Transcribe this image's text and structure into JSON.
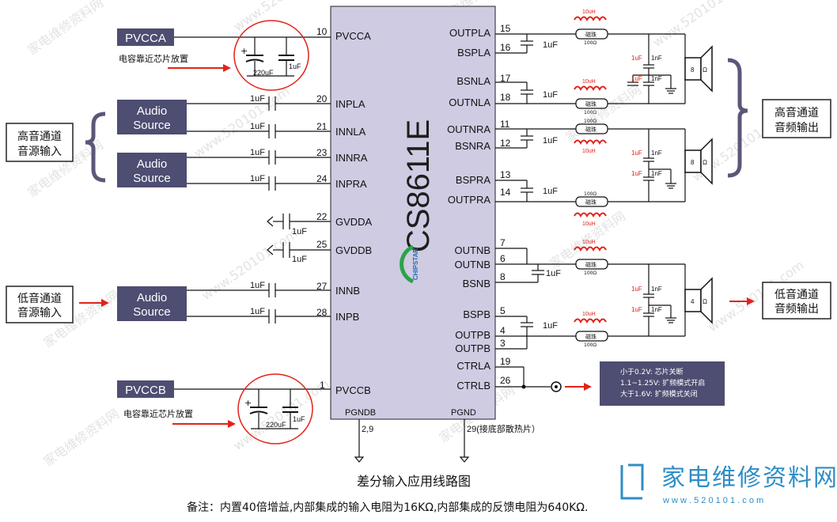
{
  "chip": {
    "name": "CS8611E",
    "brand": "CHIPSTAR",
    "left_pins": [
      {
        "num": "10",
        "label": "PVCCA"
      },
      {
        "num": "20",
        "label": "INPLA"
      },
      {
        "num": "21",
        "label": "INNLA"
      },
      {
        "num": "23",
        "label": "INNRA"
      },
      {
        "num": "24",
        "label": "INPRA"
      },
      {
        "num": "22",
        "label": "GVDDA"
      },
      {
        "num": "25",
        "label": "GVDDB"
      },
      {
        "num": "27",
        "label": "INNB"
      },
      {
        "num": "28",
        "label": "INPB"
      },
      {
        "num": "1",
        "label": "PVCCB"
      }
    ],
    "right_pins": [
      {
        "num": "15",
        "label": "OUTPLA"
      },
      {
        "num": "16",
        "label": "BSPLA"
      },
      {
        "num": "17",
        "label": "BSNLA"
      },
      {
        "num": "18",
        "label": "OUTNLA"
      },
      {
        "num": "11",
        "label": "OUTNRA"
      },
      {
        "num": "12",
        "label": "BSNRA"
      },
      {
        "num": "13",
        "label": "BSPRA"
      },
      {
        "num": "14",
        "label": "OUTPRA"
      },
      {
        "num": "7",
        "label": "OUTNB"
      },
      {
        "num": "6",
        "label": "OUTNB"
      },
      {
        "num": "8",
        "label": "BSNB"
      },
      {
        "num": "5",
        "label": "BSPB"
      },
      {
        "num": "4",
        "label": "OUTPB"
      },
      {
        "num": "3",
        "label": "OUTPB"
      },
      {
        "num": "19",
        "label": "CTRLA"
      },
      {
        "num": "26",
        "label": "CTRLB"
      }
    ],
    "bottom_pins": [
      {
        "label": "PGNDB",
        "num": "2,9"
      },
      {
        "label": "PGND",
        "num": "29(接底部散热片）"
      }
    ]
  },
  "inputs": {
    "pvcca": "PVCCA",
    "pvccb": "PVCCB",
    "cap_note": "电容靠近芯片放置",
    "bulk_cap": "220uF",
    "small_cap": "1uF",
    "audio_source": [
      "Audio",
      "Source"
    ],
    "high_in": [
      "高音通道",
      "音源输入"
    ],
    "low_in": [
      "低音通道",
      "音源输入"
    ],
    "coupling_cap": "1uF"
  },
  "outputs": {
    "boot_cap": "1uF",
    "inductor": "10uH",
    "bead": "磁珠",
    "bead_r": "100Ω",
    "filter_a": "1uF",
    "filter_b": "1nF",
    "speaker_high": "8",
    "speaker_low": "4",
    "omega": "Ω",
    "high_out": [
      "高音通道",
      "音频输出"
    ],
    "low_out": [
      "低音通道",
      "音频输出"
    ]
  },
  "ctrl_box": [
    "小于0.2V: 芯片关断",
    "1.1~1.25V: 扩频模式开启",
    "大于1.6V: 扩频模式关闭"
  ],
  "caption": "差分输入应用线路图",
  "note": "备注：内置40倍增益,内部集成的输入电阻为16KΩ,内部集成的反馈电阻为640KΩ.",
  "watermark": {
    "text": "家电维修资料网",
    "url": "w w w . 5 2 0 1 0 1 . c o m"
  },
  "colors": {
    "chip": "#cfcbe2",
    "box": "#4e4d72",
    "red": "#e2231a",
    "wm": "#2f8ec6"
  }
}
